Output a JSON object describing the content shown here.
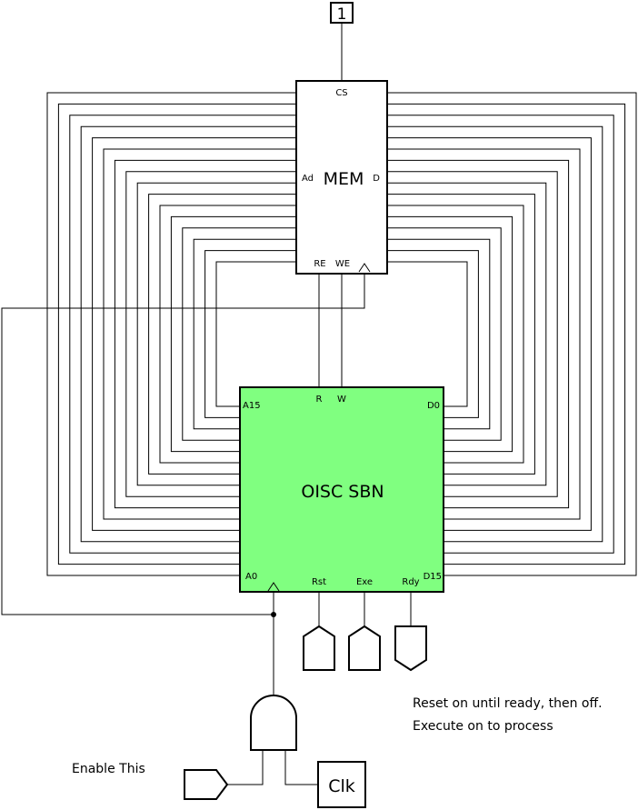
{
  "constant": {
    "value": "1"
  },
  "memory": {
    "title": "MEM",
    "pins": {
      "chip_select": "CS",
      "address": "Ad",
      "data": "D",
      "read_enable": "RE",
      "write_enable": "WE"
    }
  },
  "cpu": {
    "title": "OISC SBN",
    "pins": {
      "addr_high": "A15",
      "addr_low": "A0",
      "read": "R",
      "write": "W",
      "data_low": "D0",
      "data_high": "D15",
      "reset": "Rst",
      "execute": "Exe",
      "ready": "Rdy"
    },
    "fill_color": "#80ff80"
  },
  "clock": {
    "label": "Clk"
  },
  "annotations": {
    "enable": "Enable This",
    "note_line1": "Reset on until ready, then off.",
    "note_line2": "Execute on to process"
  },
  "bus": {
    "address_lines": 16,
    "data_lines": 16
  }
}
